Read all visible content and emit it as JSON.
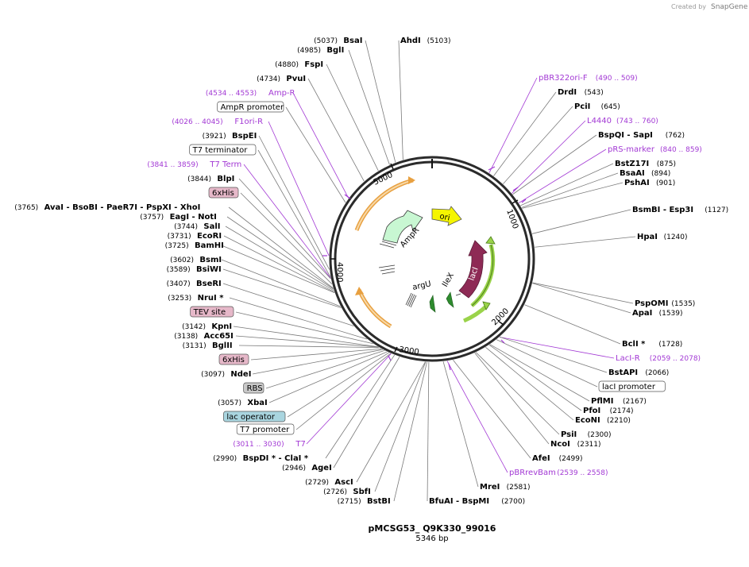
{
  "credit": {
    "prefix": "Created by",
    "brand": "SnapGene"
  },
  "plasmid": {
    "name": "pMCSG53_ Q9K330_99016",
    "length": "5346 bp"
  },
  "ticks": [
    "1000",
    "2000",
    "3000",
    "4000",
    "5000"
  ],
  "inner_labels": {
    "ampr": "AmpR",
    "ori": "ori",
    "lacI": "lacI",
    "ileX": "IleX",
    "argU": "argU"
  },
  "left_items": [
    {
      "pos": "(5037)",
      "name": "BsaI",
      "type": "enzyme"
    },
    {
      "pos": "(4985)",
      "name": "BglI",
      "type": "enzyme"
    },
    {
      "pos": "(4880)",
      "name": "FspI",
      "type": "enzyme"
    },
    {
      "pos": "(4734)",
      "name": "PvuI",
      "type": "enzyme"
    },
    {
      "pos": "(4534 .. 4553)",
      "name": "Amp-R",
      "type": "primer"
    },
    {
      "name": "AmpR promoter",
      "type": "box",
      "color": "#ffffff"
    },
    {
      "pos": "(4026 .. 4045)",
      "name": "F1ori-R",
      "type": "primer"
    },
    {
      "pos": "(3921)",
      "name": "BspEI",
      "type": "enzyme"
    },
    {
      "name": "T7 terminator",
      "type": "box",
      "color": "#ffffff"
    },
    {
      "pos": "(3841 .. 3859)",
      "name": "T7 Term",
      "type": "primer"
    },
    {
      "pos": "(3844)",
      "name": "BlpI",
      "type": "enzyme"
    },
    {
      "name": "6xHis",
      "type": "box",
      "color": "#e6b8c9"
    },
    {
      "pos": "(3765)",
      "name": "AvaI - BsoBI - PaeR7I - PspXI - XhoI",
      "type": "enzyme"
    },
    {
      "pos": "(3757)",
      "name": "EagI - NotI",
      "type": "enzyme"
    },
    {
      "pos": "(3744)",
      "name": "SalI",
      "type": "enzyme"
    },
    {
      "pos": "(3731)",
      "name": "EcoRI",
      "type": "enzyme"
    },
    {
      "pos": "(3725)",
      "name": "BamHI",
      "type": "enzyme"
    },
    {
      "pos": "(3602)",
      "name": "BsmI",
      "type": "enzyme"
    },
    {
      "pos": "(3589)",
      "name": "BsiWI",
      "type": "enzyme"
    },
    {
      "pos": "(3407)",
      "name": "BseRI",
      "type": "enzyme"
    },
    {
      "pos": "(3253)",
      "name": "NruI *",
      "type": "enzyme"
    },
    {
      "name": "TEV site",
      "type": "box",
      "color": "#e6b8c9"
    },
    {
      "pos": "(3142)",
      "name": "KpnI",
      "type": "enzyme"
    },
    {
      "pos": "(3138)",
      "name": "Acc65I",
      "type": "enzyme"
    },
    {
      "pos": "(3131)",
      "name": "BglII",
      "type": "enzyme"
    },
    {
      "name": "6xHis",
      "type": "box",
      "color": "#e6b8c9"
    },
    {
      "pos": "(3097)",
      "name": "NdeI",
      "type": "enzyme"
    },
    {
      "name": "RBS",
      "type": "box",
      "color": "#c9c9c9"
    },
    {
      "pos": "(3057)",
      "name": "XbaI",
      "type": "enzyme"
    },
    {
      "name": "lac operator",
      "type": "box",
      "color": "#a9d5df"
    },
    {
      "name": "T7 promoter",
      "type": "box",
      "color": "#ffffff"
    },
    {
      "pos": "(3011 .. 3030)",
      "name": "T7",
      "type": "primer"
    },
    {
      "pos": "(2990)",
      "name": "BspDI * - ClaI *",
      "type": "enzyme"
    },
    {
      "pos": "(2946)",
      "name": "AgeI",
      "type": "enzyme"
    },
    {
      "pos": "(2729)",
      "name": "AscI",
      "type": "enzyme"
    },
    {
      "pos": "(2726)",
      "name": "SbfI",
      "type": "enzyme"
    },
    {
      "pos": "(2715)",
      "name": "BstBI",
      "type": "enzyme"
    }
  ],
  "right_items": [
    {
      "name": "AhdI",
      "pos": "(5103)",
      "type": "enzyme"
    },
    {
      "name": "pBR322ori-F",
      "pos": "(490 .. 509)",
      "type": "primer"
    },
    {
      "name": "DrdI",
      "pos": "(543)",
      "type": "enzyme"
    },
    {
      "name": "PciI",
      "pos": "(645)",
      "type": "enzyme"
    },
    {
      "name": "L4440",
      "pos": "(743 .. 760)",
      "type": "primer"
    },
    {
      "name": "BspQI - SapI",
      "pos": "(762)",
      "type": "enzyme"
    },
    {
      "name": "pRS-marker",
      "pos": "(840 .. 859)",
      "type": "primer"
    },
    {
      "name": "BstZ17I",
      "pos": "(875)",
      "type": "enzyme"
    },
    {
      "name": "BsaAI",
      "pos": "(894)",
      "type": "enzyme"
    },
    {
      "name": "PshAI",
      "pos": "(901)",
      "type": "enzyme"
    },
    {
      "name": "BsmBI - Esp3I",
      "pos": "(1127)",
      "type": "enzyme"
    },
    {
      "name": "HpaI",
      "pos": "(1240)",
      "type": "enzyme"
    },
    {
      "name": "PspOMI",
      "pos": "(1535)",
      "type": "enzyme"
    },
    {
      "name": "ApaI",
      "pos": "(1539)",
      "type": "enzyme"
    },
    {
      "name": "BclI *",
      "pos": "(1728)",
      "type": "enzyme"
    },
    {
      "name": "LacI-R",
      "pos": "(2059 .. 2078)",
      "type": "primer"
    },
    {
      "name": "BstAPI",
      "pos": "(2066)",
      "type": "enzyme"
    },
    {
      "name": "lacI promoter",
      "type": "box",
      "color": "#ffffff"
    },
    {
      "name": "PflMI",
      "pos": "(2167)",
      "type": "enzyme"
    },
    {
      "name": "PfoI",
      "pos": "(2174)",
      "type": "enzyme"
    },
    {
      "name": "EcoNI",
      "pos": "(2210)",
      "type": "enzyme"
    },
    {
      "name": "PsiI",
      "pos": "(2300)",
      "type": "enzyme"
    },
    {
      "name": "NcoI",
      "pos": "(2311)",
      "type": "enzyme"
    },
    {
      "name": "AfeI",
      "pos": "(2499)",
      "type": "enzyme"
    },
    {
      "name": "pBRrevBam",
      "pos": "(2539 .. 2558)",
      "type": "primer"
    },
    {
      "name": "MreI",
      "pos": "(2581)",
      "type": "enzyme"
    },
    {
      "name": "BfuAI - BspMI",
      "pos": "(2700)",
      "type": "enzyme"
    }
  ],
  "colors": {
    "backbone": "#2b2b2b",
    "primer": "#a238d4",
    "ampr": "#c8f7d2",
    "ori": "#f5f500",
    "lacI": "#8e2a55",
    "trna": "#2e8b2e",
    "orange": "#e8a040",
    "green": "#9ad34a"
  }
}
